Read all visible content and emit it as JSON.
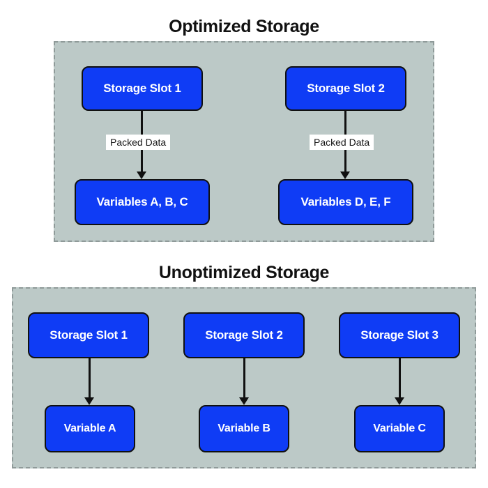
{
  "diagram": {
    "background_color": "#ffffff",
    "node_fill": "#0f3cf5",
    "node_border": "#101010",
    "node_text_color": "#ffffff",
    "group_fill": "#bcc9c7",
    "group_border": "#8f9a99",
    "arrow_color": "#101010",
    "label_bg": "#ffffff"
  },
  "sections": [
    {
      "id": "optimized",
      "title": "Optimized Storage",
      "slots": [
        {
          "label": "Storage Slot 1",
          "edge_label": "Packed Data",
          "target": "Variables A, B, C"
        },
        {
          "label": "Storage Slot 2",
          "edge_label": "Packed Data",
          "target": "Variables D, E, F"
        }
      ]
    },
    {
      "id": "unoptimized",
      "title": "Unoptimized Storage",
      "slots": [
        {
          "label": "Storage Slot 1",
          "edge_label": "",
          "target": "Variable A"
        },
        {
          "label": "Storage Slot 2",
          "edge_label": "",
          "target": "Variable B"
        },
        {
          "label": "Storage Slot 3",
          "edge_label": "",
          "target": "Variable C"
        }
      ]
    }
  ]
}
